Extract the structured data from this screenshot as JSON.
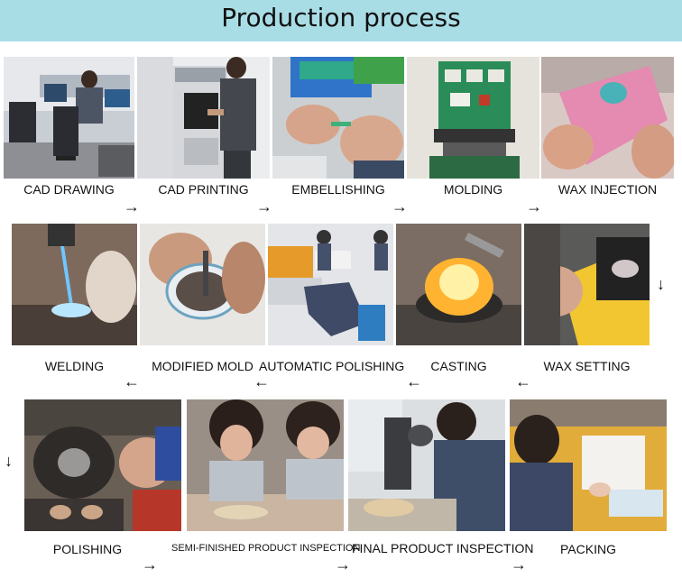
{
  "title": "Production process",
  "rows": [
    {
      "labels": [
        "CAD DRAWING",
        "CAD PRINTING",
        "EMBELLISHING",
        "MOLDING",
        "WAX INJECTION"
      ]
    },
    {
      "labels": [
        "WELDING",
        "MODIFIED MOLD",
        "AUTOMATIC POLISHING",
        "CASTING",
        "WAX SETTING"
      ]
    },
    {
      "labels": [
        "POLISHING",
        "SEMI-FINISHED PRODUCT INSPECTION",
        "FINAL PRODUCT INSPECTION",
        "PACKING"
      ]
    }
  ],
  "arrows": {
    "right": "→",
    "left": "←",
    "down": "↓"
  },
  "photo_names": [
    "cad-drawing-photo",
    "cad-printing-photo",
    "embellishing-photo",
    "molding-photo",
    "wax-injection-photo",
    "welding-photo",
    "modified-mold-photo",
    "automatic-polishing-photo",
    "casting-photo",
    "wax-setting-photo",
    "polishing-photo",
    "semi-finished-inspection-photo",
    "final-inspection-photo",
    "packing-photo"
  ]
}
